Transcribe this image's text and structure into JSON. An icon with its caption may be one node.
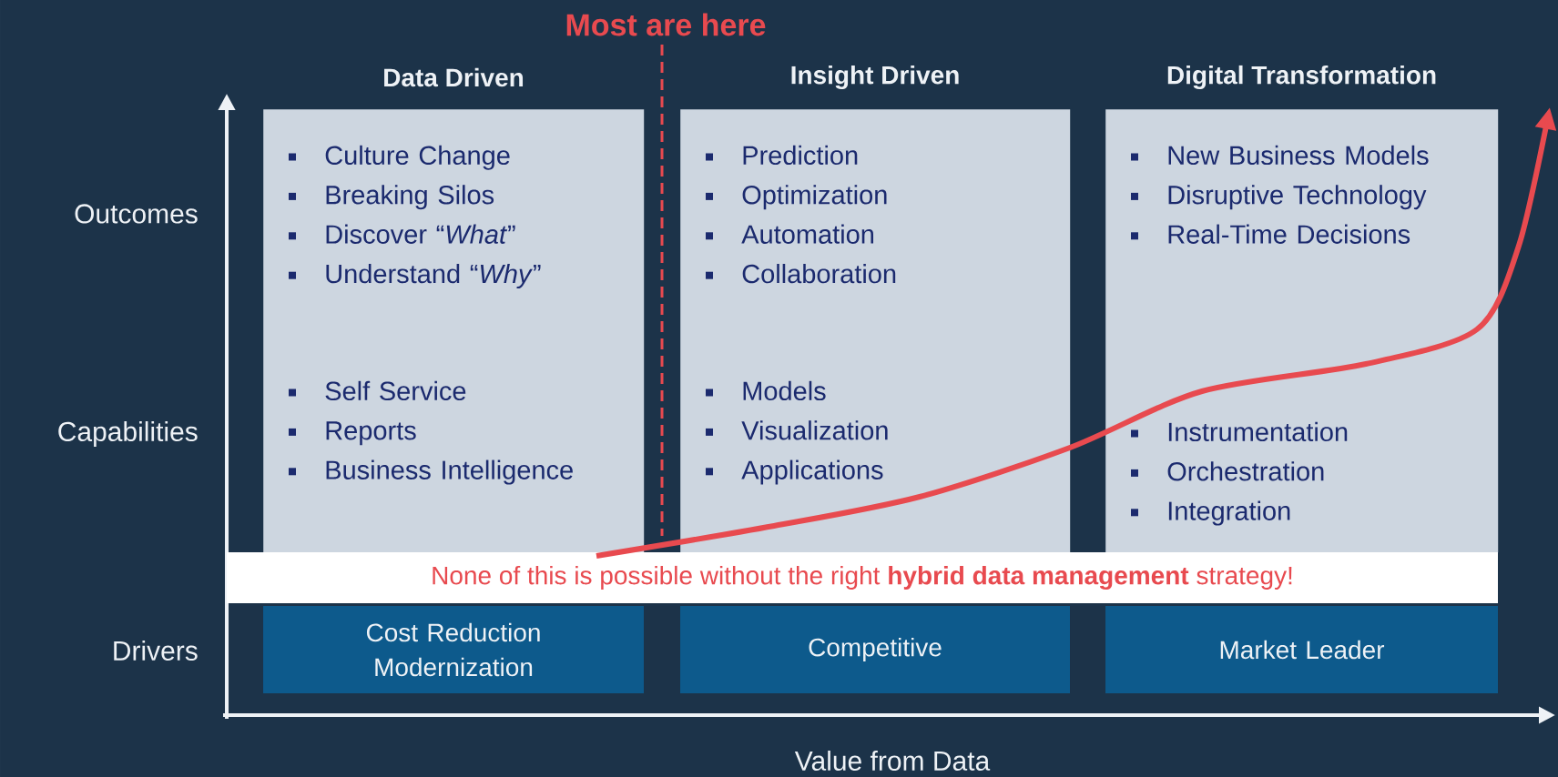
{
  "diagram": {
    "nodes": [
      {
        "text": [
          "Data Driven",
          "Culture Change",
          "Breaking Silos",
          "Discover “*What*”",
          "Understand “*Why*”",
          "Self Service",
          "Reports",
          "Business Intelligence"
        ]
      },
      {
        "text": [
          "Insight Driven",
          "Prediction",
          "Optimization",
          "Automation",
          "Collaboration",
          "Models",
          "Visualization",
          "Applications"
        ]
      },
      {
        "text": [
          "Digital Transformation",
          "New Business Models",
          "Disruptive Technology",
          "Real-Time Decisions",
          "Instrumentation",
          "Orchestration",
          "Integration"
        ]
      },
      {
        "text": [
          "None of this is possible without the right **hybrid data management** strategy!"
        ]
      },
      {
        "text": [
          "Cost Reduction Modernization"
        ]
      },
      {
        "text": [
          "Competitive"
        ]
      },
      {
        "text": [
          "Market Leader"
        ]
      }
    ],
    "edges": [],
    "labels": [
      "Most are here",
      "Outcomes",
      "Capabilities",
      "Drivers",
      "Value from Data"
    ]
  }
}
